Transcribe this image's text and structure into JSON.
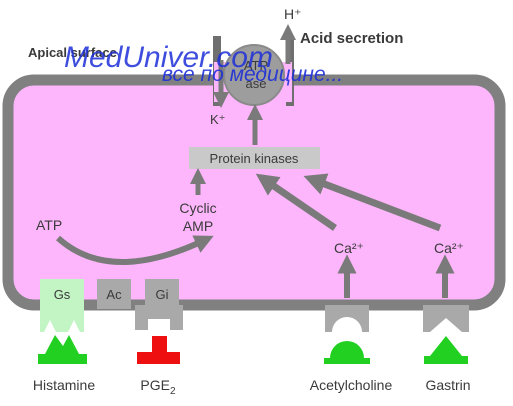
{
  "labels": {
    "h_plus": "H⁺",
    "acid_secretion": "Acid secretion",
    "apical_surface": "Apical surface",
    "atp_ase_line1": "ATP",
    "atp_ase_line2": "ase",
    "k_plus": "K⁺",
    "protein_kinases": "Protein kinases",
    "cyclic_amp_line1": "Cyclic",
    "cyclic_amp_line2": "AMP",
    "atp": "ATP",
    "ca_left": "Ca²⁺",
    "ca_right": "Ca²⁺",
    "gs": "Gs",
    "ac": "Ac",
    "gi": "Gi"
  },
  "ligands": {
    "histamine": "Histamine",
    "pge2_base": "PGE",
    "pge2_sub": "2",
    "acetylcholine": "Acetylcholine",
    "gastrin": "Gastrin"
  },
  "watermark": {
    "site": "MedUniver.com",
    "tagline": "все по медицине..."
  },
  "colors": {
    "cell_fill": "#fdb6fb",
    "membrane": "#808080",
    "arrow": "#7a7a7a",
    "green": "#22d022",
    "gs_fill": "#c2f4c4",
    "red": "#ee1010",
    "watermark": "#1d2fd8",
    "kinase_box": "#c9c9c9"
  }
}
